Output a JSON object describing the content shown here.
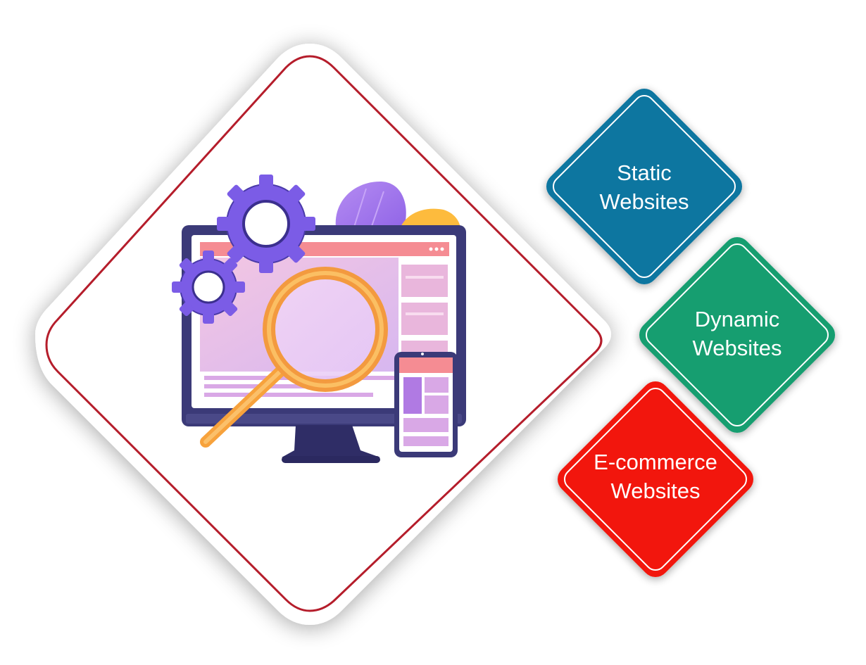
{
  "illustration": {
    "subject": "monitor-with-magnifier-and-gears",
    "frame_border_color": "#b51d2b",
    "frame_fill_color": "#ffffff"
  },
  "categories": [
    {
      "line1": "Static",
      "line2": "Websites",
      "color": "#0d76a0",
      "icon": "none"
    },
    {
      "line1": "Dynamic",
      "line2": "Websites",
      "color": "#139e70",
      "icon": "none"
    },
    {
      "line1": "E-commerce",
      "line2": "Websites",
      "color": "#f21608",
      "icon": "none"
    }
  ]
}
